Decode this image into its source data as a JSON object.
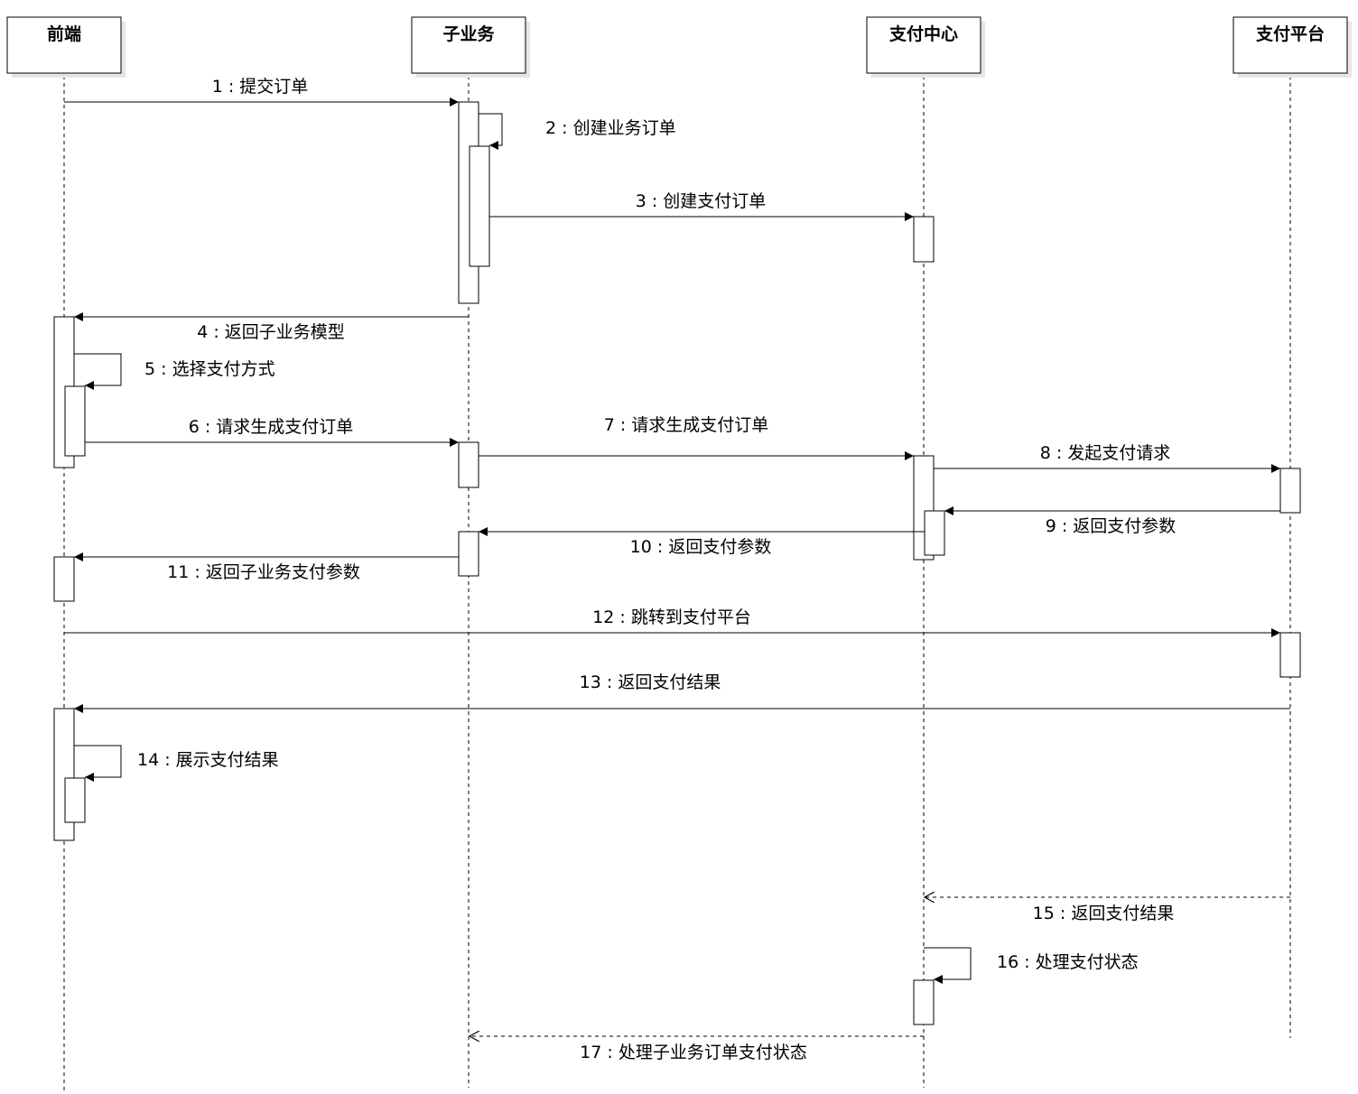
{
  "actors": [
    {
      "id": "frontend",
      "label": "前端"
    },
    {
      "id": "sub",
      "label": "子业务"
    },
    {
      "id": "paycenter",
      "label": "支付中心"
    },
    {
      "id": "payplatform",
      "label": "支付平台"
    }
  ],
  "messages": [
    {
      "label": "1 : 提交订单"
    },
    {
      "label": "2 : 创建业务订单"
    },
    {
      "label": "3 : 创建支付订单"
    },
    {
      "label": "4 : 返回子业务模型"
    },
    {
      "label": "5 : 选择支付方式"
    },
    {
      "label": "6 : 请求生成支付订单"
    },
    {
      "label": "7 : 请求生成支付订单"
    },
    {
      "label": "8 : 发起支付请求"
    },
    {
      "label": "9 : 返回支付参数"
    },
    {
      "label": "10 : 返回支付参数"
    },
    {
      "label": "11 : 返回子业务支付参数"
    },
    {
      "label": "12 : 跳转到支付平台"
    },
    {
      "label": "13 : 返回支付结果"
    },
    {
      "label": "14 : 展示支付结果"
    },
    {
      "label": "15 : 返回支付结果"
    },
    {
      "label": "16 : 处理支付状态"
    },
    {
      "label": "17 : 处理子业务订单支付状态"
    }
  ]
}
